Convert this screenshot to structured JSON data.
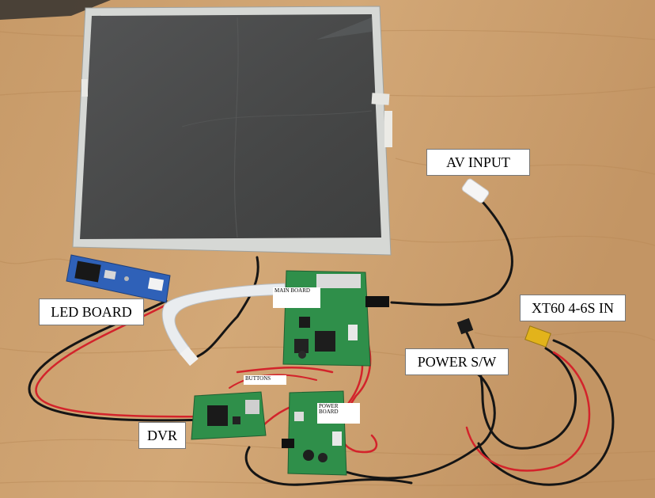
{
  "labels": {
    "av_input": "AV INPUT",
    "led_board": "LED BOARD",
    "main_board": "MAIN BOARD",
    "xt60": "XT60 4-6S IN",
    "power_sw": "POWER S/W",
    "buttons": "BUTTONS",
    "dvr": "DVR",
    "power_board": "POWER BOARD"
  },
  "colors": {
    "table": "#c9a070",
    "lcd_frame": "#d8dad7",
    "lcd_screen": "#4a4b4b",
    "pcb": "#2f8f4a",
    "cable_red": "#d3232b",
    "cable_black": "#151515",
    "led_pcb": "#2f61b8"
  }
}
